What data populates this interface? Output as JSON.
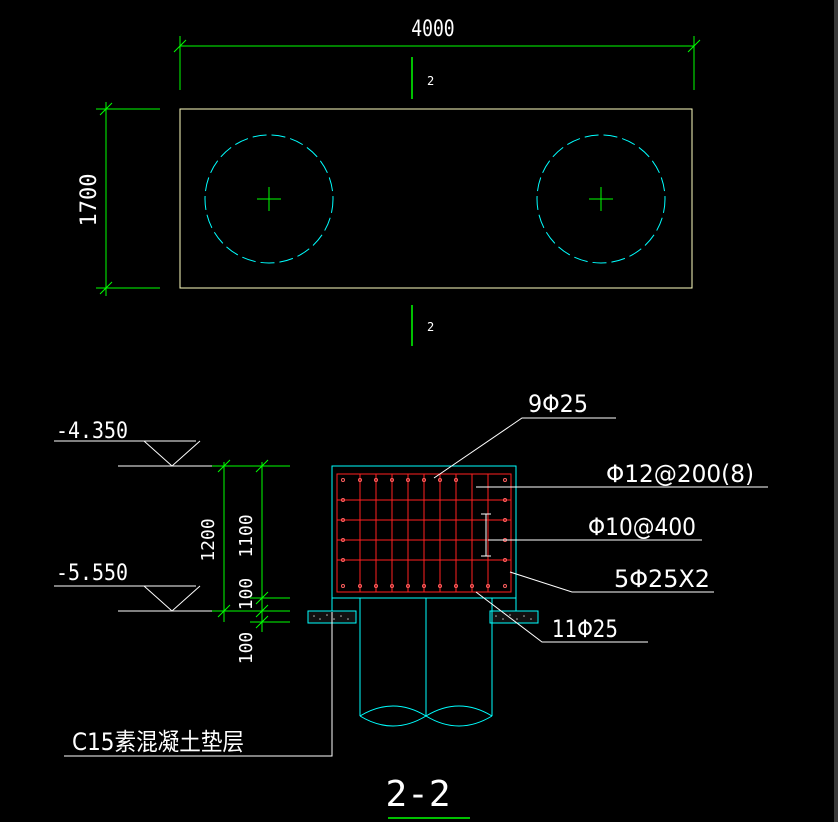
{
  "plan": {
    "width_dim": "4000",
    "height_dim": "1700",
    "cut_mark_top": "2",
    "cut_mark_bottom": "2"
  },
  "section": {
    "title": "2-2",
    "elevation_top": "-4.350",
    "elevation_bottom": "-5.550",
    "dim_1200": "1200",
    "dim_1100": "1100",
    "dim_100a": "100",
    "dim_100b": "100",
    "rebar_top": "9Φ25",
    "stirrup": "Φ12@200(8)",
    "tie": "Φ10@400",
    "side_bars": "5Φ25X2",
    "rebar_bottom": "11Φ25",
    "cushion_note": "C15素混凝土垫层"
  },
  "colors": {
    "background": "#000000",
    "dimension": "#00ff00",
    "outline": "#ffffc0",
    "pile": "#00ffff",
    "rebar": "#ff2020",
    "text": "#ffffff"
  }
}
